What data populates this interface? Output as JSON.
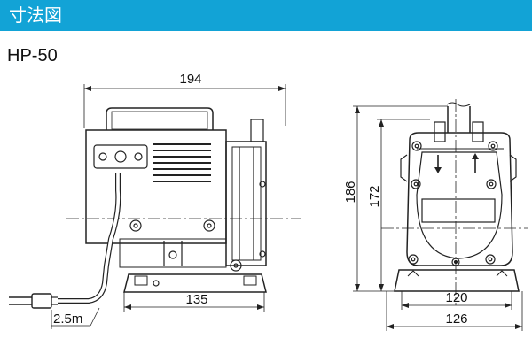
{
  "header": {
    "title": "寸法図",
    "bg_color": "#12a3d6"
  },
  "model_name": "HP-50",
  "dimensions": {
    "overall_length": "194",
    "base_length": "135",
    "cord_length": "2.5m",
    "overall_height": "186",
    "height_to_top": "172",
    "base_mount_width": "120",
    "overall_width": "126"
  }
}
